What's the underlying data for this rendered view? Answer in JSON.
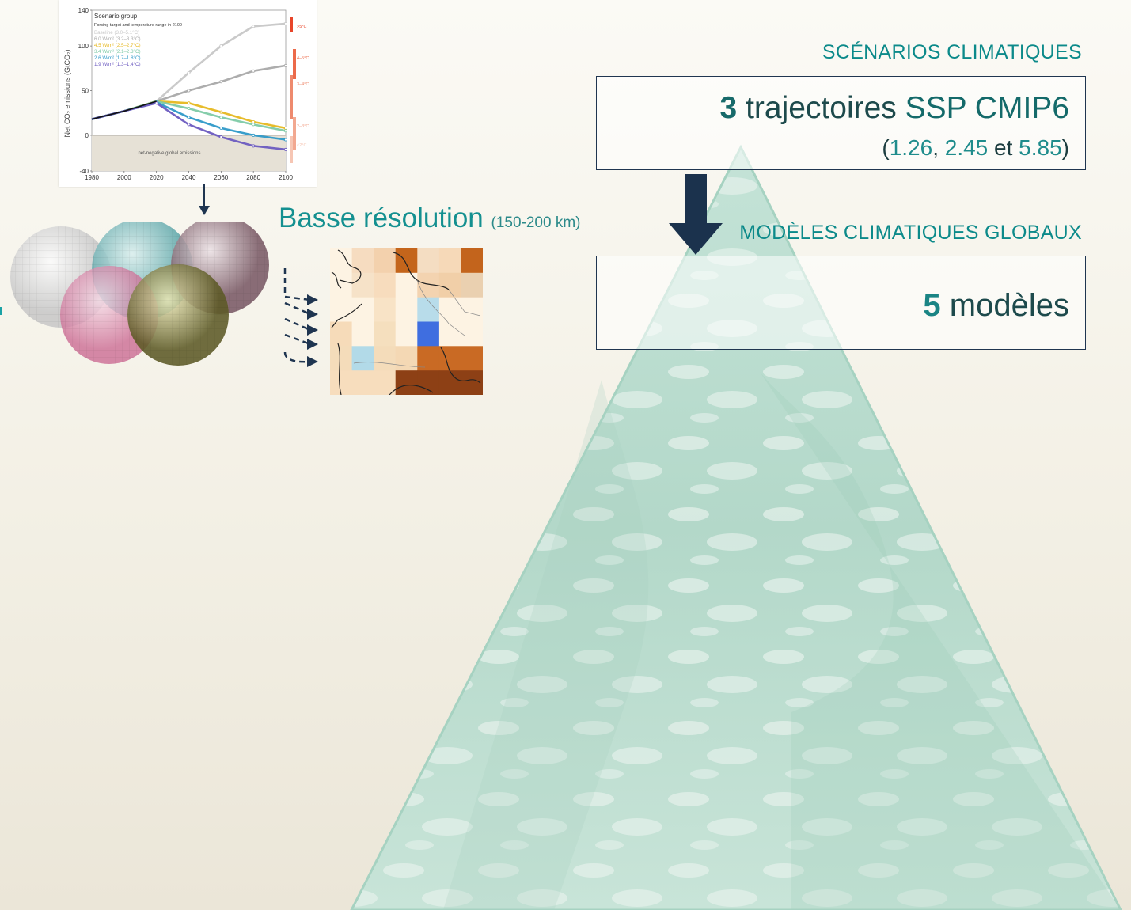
{
  "scenarios": {
    "title": "SCÉNARIOS CLIMATIQUES",
    "count": "3",
    "label": "trajectoires",
    "ssp_label": "SSP CMIP6",
    "paren_open": "(",
    "v1": "1.26",
    "sep1": ",",
    "v2": "2.45",
    "and_word": "et",
    "v3": "5.85",
    "paren_close": ")"
  },
  "global_models": {
    "title": "MODÈLES CLIMATIQUES GLOBAUX",
    "count": "5",
    "label": "modèles"
  },
  "low_resolution": {
    "title": "Basse résolution",
    "subtitle": "(150-200 km)"
  },
  "chart_data": {
    "type": "line",
    "ylabel": "Net CO₂ emissions (GtCO₂)",
    "legend_title": "Scenario group",
    "legend_subtitle": "Forcing target and temperature range in 2100",
    "x_ticks": [
      "1980",
      "2000",
      "2020",
      "2040",
      "2060",
      "2080",
      "2100"
    ],
    "y_ticks": [
      "140",
      "100",
      "50",
      "0",
      "-40"
    ],
    "xlim": [
      1980,
      2100
    ],
    "ylim": [
      -40,
      140
    ],
    "annotation": "net-negative global emissions",
    "right_labels": [
      ">5°C",
      "4–5°C",
      "3–4°C",
      "2–3°C",
      "<2°C"
    ],
    "series": [
      {
        "name": "Baseline (3.0–5.1°C)",
        "color": "#c7c7c7",
        "x": [
          1980,
          2000,
          2020,
          2040,
          2060,
          2080,
          2100
        ],
        "y": [
          18,
          27,
          38,
          70,
          100,
          122,
          125
        ]
      },
      {
        "name": "6.0 W/m² (3.2–3.3°C)",
        "color": "#a9a9a9",
        "x": [
          1980,
          2000,
          2020,
          2040,
          2060,
          2080,
          2100
        ],
        "y": [
          18,
          27,
          38,
          50,
          60,
          72,
          78
        ]
      },
      {
        "name": "4.5 W/m² (2.5–2.7°C)",
        "color": "#e6b820",
        "x": [
          1980,
          2000,
          2020,
          2040,
          2060,
          2080,
          2100
        ],
        "y": [
          18,
          27,
          38,
          36,
          26,
          15,
          8
        ]
      },
      {
        "name": "3.4 W/m² (2.1–2.3°C)",
        "color": "#7ecaa6",
        "x": [
          1980,
          2000,
          2020,
          2040,
          2060,
          2080,
          2100
        ],
        "y": [
          18,
          27,
          38,
          30,
          20,
          12,
          5
        ]
      },
      {
        "name": "2.6 W/m² (1.7–1.8°C)",
        "color": "#2e99c8",
        "x": [
          1980,
          2000,
          2020,
          2040,
          2060,
          2080,
          2100
        ],
        "y": [
          18,
          27,
          37,
          20,
          8,
          0,
          -5
        ]
      },
      {
        "name": "1.9 W/m² (1.3–1.4°C)",
        "color": "#6c5bc0",
        "x": [
          1980,
          2000,
          2020,
          2040,
          2060,
          2080,
          2100
        ],
        "y": [
          18,
          27,
          36,
          12,
          -2,
          -12,
          -16
        ]
      }
    ]
  }
}
